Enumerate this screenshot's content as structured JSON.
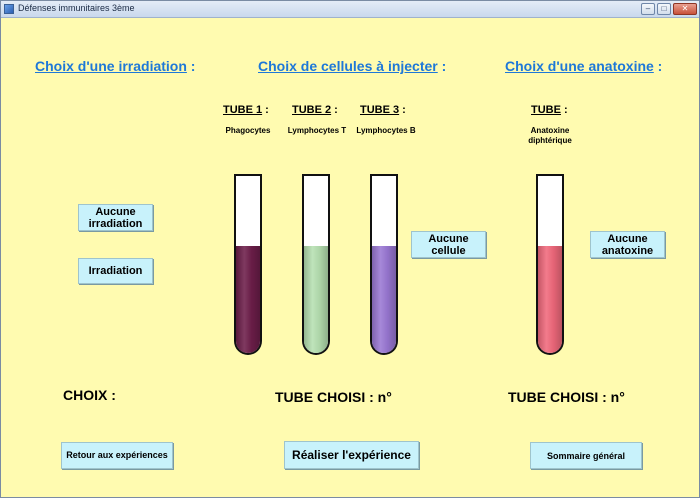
{
  "window": {
    "title": "Défenses immunitaires 3ème",
    "minimize": "–",
    "maximize": "□",
    "close": "✕"
  },
  "headings": {
    "irradiation": "Choix d'une irradiation",
    "cells": "Choix de cellules à injecter",
    "anatoxine": "Choix d'une anatoxine",
    "suffix": " :"
  },
  "tubes": [
    {
      "label": "TUBE 1",
      "suffix": " :",
      "sub": "Phagocytes",
      "color": "#6d1e4a"
    },
    {
      "label": "TUBE 2",
      "suffix": " :",
      "sub": "Lymphocytes T",
      "color": "#b6e0b1"
    },
    {
      "label": "TUBE 3",
      "suffix": " :",
      "sub": "Lymphocytes B",
      "color": "#9a78d4"
    }
  ],
  "anatoxine_tube": {
    "label": "TUBE",
    "suffix": " :",
    "sub_line1": "Anatoxine",
    "sub_line2": "diphtérique",
    "color": "#f1697c"
  },
  "buttons": {
    "aucune_irradiation": "Aucune irradiation",
    "irradiation": "Irradiation",
    "aucune_cellule": "Aucune cellule",
    "aucune_anatoxine": "Aucune anatoxine",
    "retour": "Retour aux expériences",
    "realiser": "Réaliser l'expérience",
    "sommaire": "Sommaire général"
  },
  "status": {
    "choix": "CHOIX :",
    "tube_choisi_cells": "TUBE CHOISI : n°",
    "tube_choisi_anatoxine": "TUBE CHOISI : n°"
  }
}
